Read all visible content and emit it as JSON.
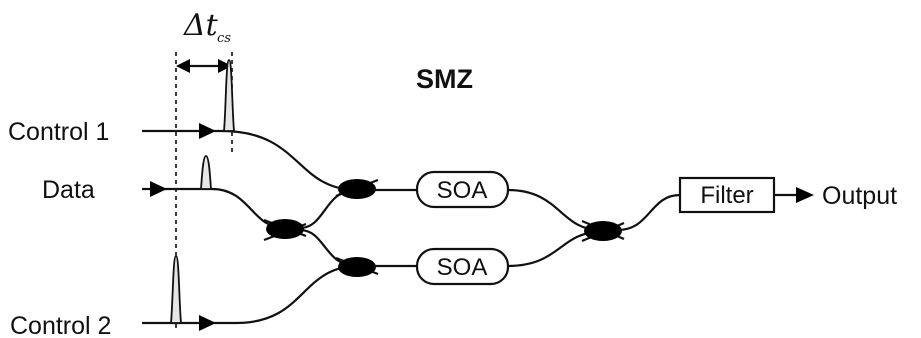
{
  "title": "SMZ",
  "delay_label": {
    "symbol": "Δt",
    "subscript": "cs"
  },
  "inputs": {
    "control1": "Control 1",
    "data": "Data",
    "control2": "Control 2"
  },
  "amplifiers": {
    "upper": "SOA",
    "lower": "SOA"
  },
  "filter": "Filter",
  "output": "Output"
}
